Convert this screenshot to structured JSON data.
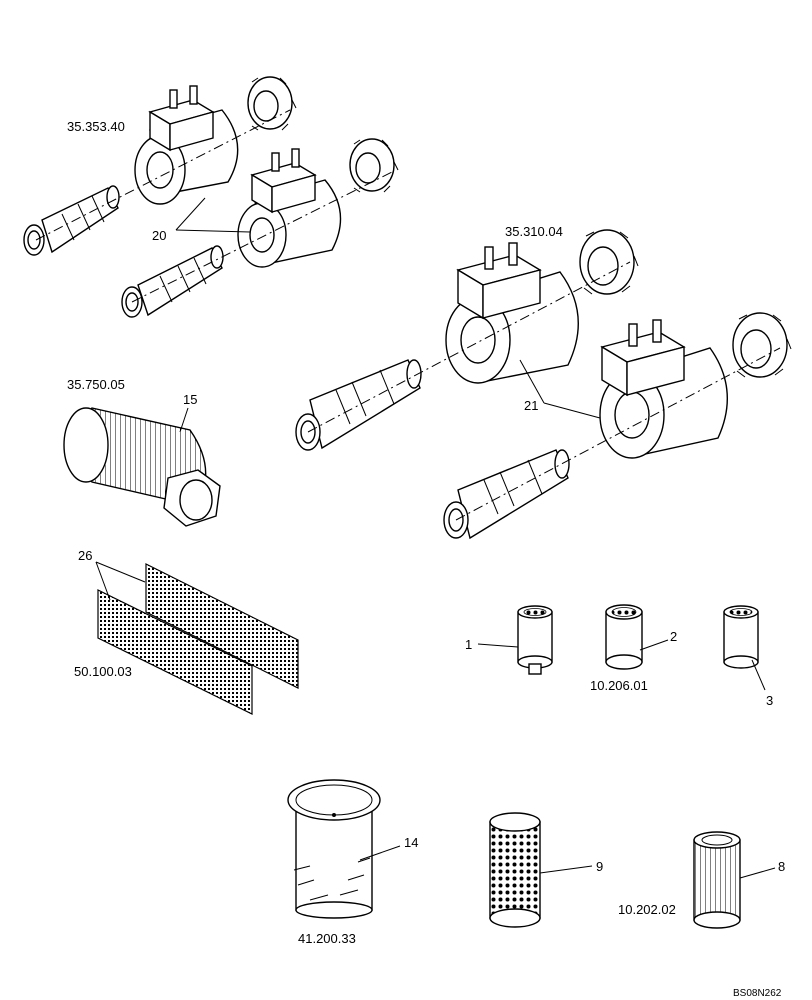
{
  "labels": {
    "ref_35_353_40": "35.353.40",
    "ref_20": "20",
    "ref_35_310_04": "35.310.04",
    "ref_35_750_05": "35.750.05",
    "ref_15": "15",
    "ref_21": "21",
    "ref_26": "26",
    "ref_50_100_03": "50.100.03",
    "ref_1": "1",
    "ref_2": "2",
    "ref_10_206_01": "10.206.01",
    "ref_3": "3",
    "ref_14": "14",
    "ref_41_200_33": "41.200.33",
    "ref_9": "9",
    "ref_8": "8",
    "ref_10_202_02": "10.202.02",
    "drawing_code": "BS08N262"
  }
}
